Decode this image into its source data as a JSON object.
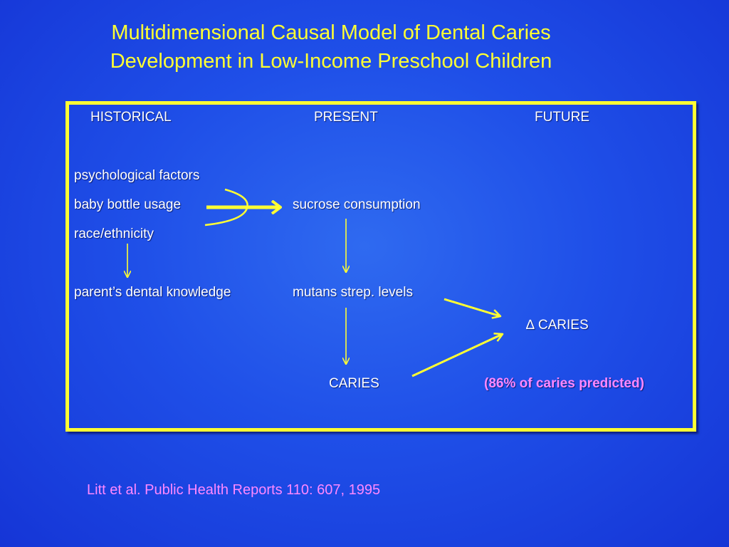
{
  "title": {
    "line1": "Multidimensional Causal Model of Dental Caries",
    "line2": "Development in Low-Income Preschool Children"
  },
  "columns": {
    "historical": "HISTORICAL",
    "present": "PRESENT",
    "future": "FUTURE"
  },
  "nodes": {
    "psychological_factors": "psychological factors",
    "baby_bottle_usage": "baby bottle usage",
    "race_ethnicity": "race/ethnicity",
    "parents_dental_knowledge": "parent’s dental knowledge",
    "sucrose_consumption": "sucrose consumption",
    "mutans_strep_levels": "mutans strep. levels",
    "caries_present": "CARIES",
    "delta_caries": "∆ CARIES",
    "prediction_note": "(86% of  caries predicted)"
  },
  "citation": "Litt et al. Public Health Reports 110: 607, 1995",
  "colors": {
    "background": "#1f4fe8",
    "title": "#ffff33",
    "frame": "#ffff33",
    "arrows": "#ffff33",
    "labels": "#ffffff",
    "highlight": "#ff88ff"
  }
}
